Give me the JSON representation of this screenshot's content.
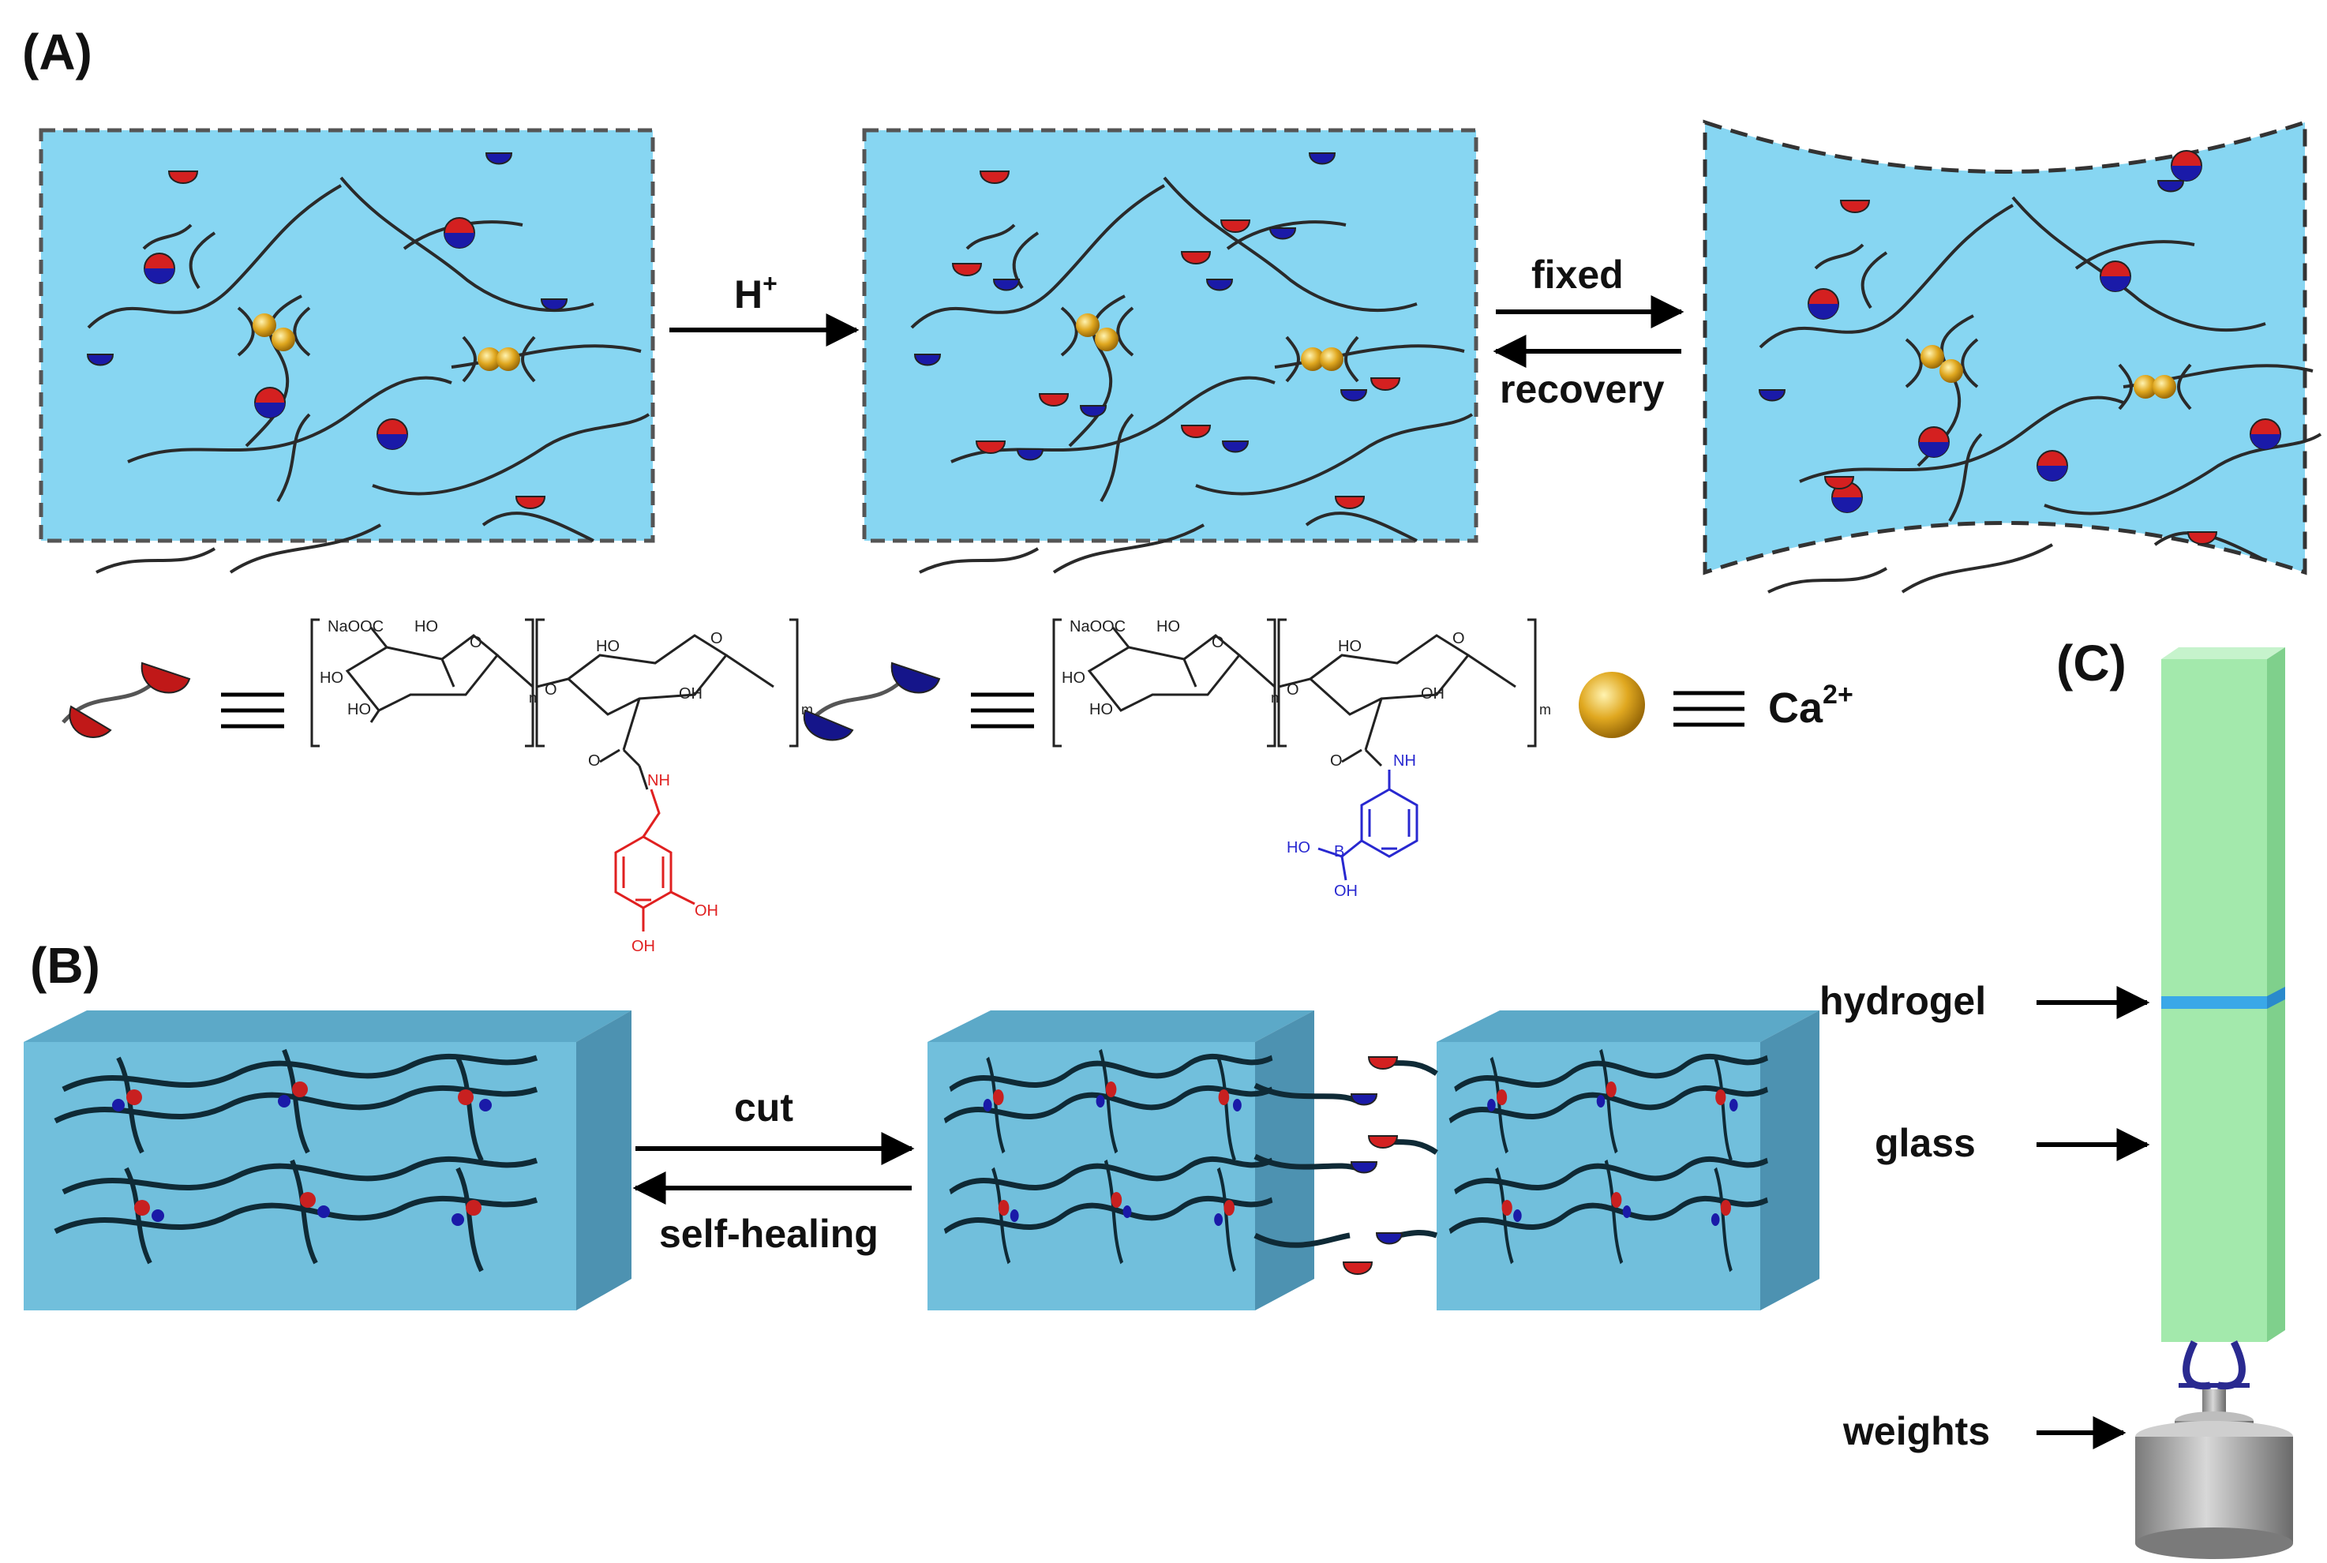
{
  "panels": {
    "a": {
      "label": "(A)",
      "acid_label": "H",
      "acid_sup": "+",
      "fixed_label": "fixed",
      "recovery_label": "recovery",
      "ion_label": "Ca",
      "ion_sup": "2+",
      "dopamine_struct": {
        "naooc": "NaOOC",
        "ho_1": "HO",
        "o_1": "O",
        "ho_2": "HO",
        "ho_3": "HO",
        "n": "n",
        "o_link": "O",
        "ho_4": "HO",
        "o_2": "O",
        "oh": "OH",
        "m": "m",
        "carbonyl_o": "O",
        "nh": "NH",
        "cat_oh1": "OH",
        "cat_oh2": "OH"
      },
      "boronic_struct": {
        "naooc": "NaOOC",
        "ho_1": "HO",
        "o_1": "O",
        "ho_2": "HO",
        "ho_3": "HO",
        "n": "n",
        "o_link": "O",
        "ho_4": "HO",
        "o_2": "O",
        "oh": "OH",
        "m": "m",
        "carbonyl_o": "O",
        "nh": "NH",
        "b": "B",
        "b_ho": "HO",
        "b_oh": "OH"
      }
    },
    "b": {
      "label": "(B)",
      "cut_label": "cut",
      "heal_label": "self-healing"
    },
    "c": {
      "label": "(C)",
      "hydrogel_label": "hydrogel",
      "glass_label": "glass",
      "weights_label": "weights"
    }
  },
  "colors": {
    "gel": "#87d6f2",
    "gel_block": "#5fb3d3",
    "dopamine": "#d42020",
    "boronic": "#1a1aa8",
    "calcium": "#e0a820",
    "glass": "#9ee8a8",
    "hydrogel_layer": "#3aa8e8",
    "weight": "#9a9a9a"
  }
}
